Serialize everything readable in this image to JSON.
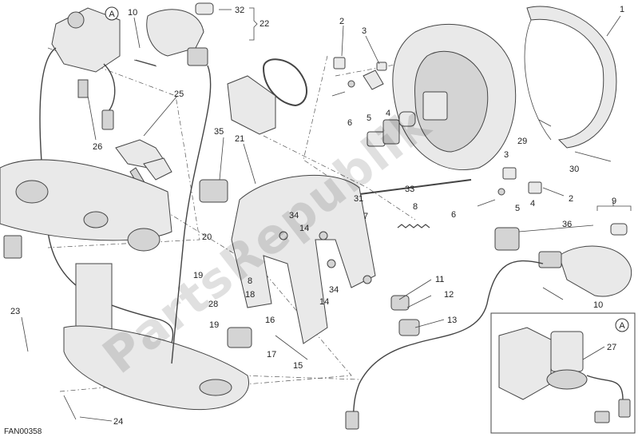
{
  "diagram": {
    "code": "FAN00358",
    "watermark": "PartsRepublik",
    "inset_label": "A",
    "callout_label": "A",
    "part_numbers": [
      "1",
      "2",
      "2",
      "3",
      "3",
      "4",
      "4",
      "5",
      "5",
      "6",
      "6",
      "7",
      "8",
      "8",
      "9",
      "10",
      "10",
      "11",
      "12",
      "13",
      "14",
      "14",
      "15",
      "16",
      "17",
      "18",
      "19",
      "19",
      "20",
      "21",
      "22",
      "23",
      "24",
      "25",
      "26",
      "27",
      "28",
      "29",
      "30",
      "31",
      "32",
      "33",
      "34",
      "34",
      "35",
      "36"
    ]
  }
}
